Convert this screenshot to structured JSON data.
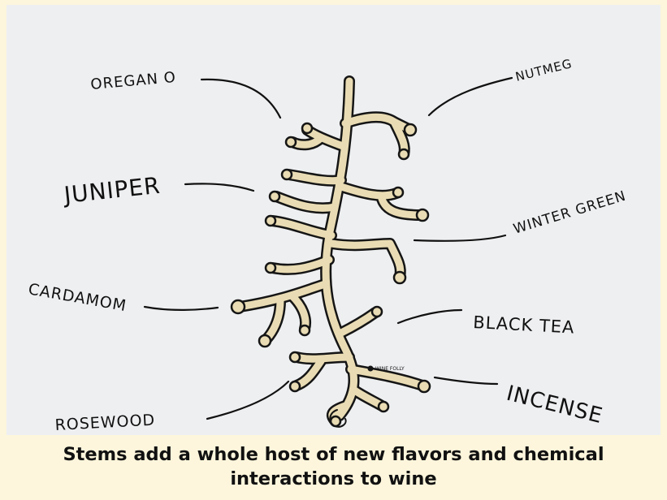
{
  "diagram": {
    "labels": {
      "oregano": "OREGAN O",
      "nutmeg": "NUTMEG",
      "juniper": "JUNIPER",
      "wintergreen": "WINTER GREEN",
      "cardamom": "CARDAMOM",
      "black_tea": "BLACK TEA",
      "rosewood": "ROSEWOOD",
      "incense": "INCENSE"
    },
    "watermark": "WINE FOLLY"
  },
  "caption": "Stems add a whole host of new flavors and chemical interactions to wine",
  "colors": {
    "background": "#fdf6dc",
    "panel": "#eeeff1",
    "stem_fill": "#e9dcb4",
    "ink": "#111111"
  }
}
